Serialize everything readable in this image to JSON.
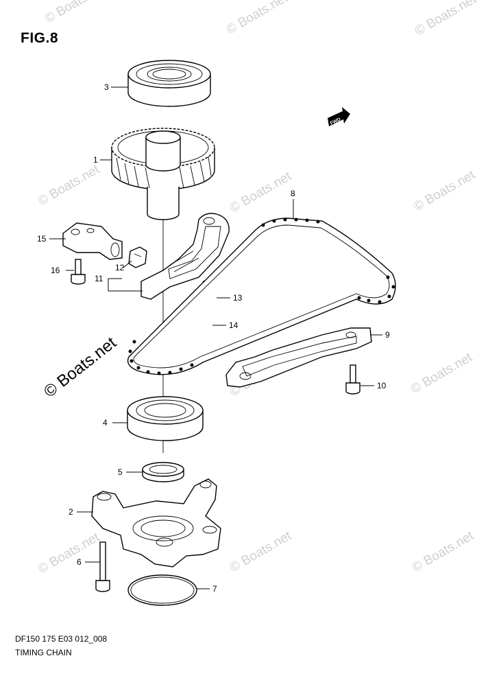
{
  "figure": {
    "title": "FIG.8"
  },
  "footer": {
    "code": "DF150 175 E03 012_008",
    "name": "TIMING CHAIN"
  },
  "watermark": {
    "text": "© Boats.net",
    "color": "#cfcfcf"
  },
  "direction_badge": {
    "text": "FWD"
  },
  "callouts": [
    {
      "num": "1"
    },
    {
      "num": "2"
    },
    {
      "num": "3"
    },
    {
      "num": "4"
    },
    {
      "num": "5"
    },
    {
      "num": "6"
    },
    {
      "num": "7"
    },
    {
      "num": "8"
    },
    {
      "num": "9"
    },
    {
      "num": "10"
    },
    {
      "num": "11"
    },
    {
      "num": "12"
    },
    {
      "num": "13"
    },
    {
      "num": "14"
    },
    {
      "num": "15"
    },
    {
      "num": "16"
    }
  ]
}
